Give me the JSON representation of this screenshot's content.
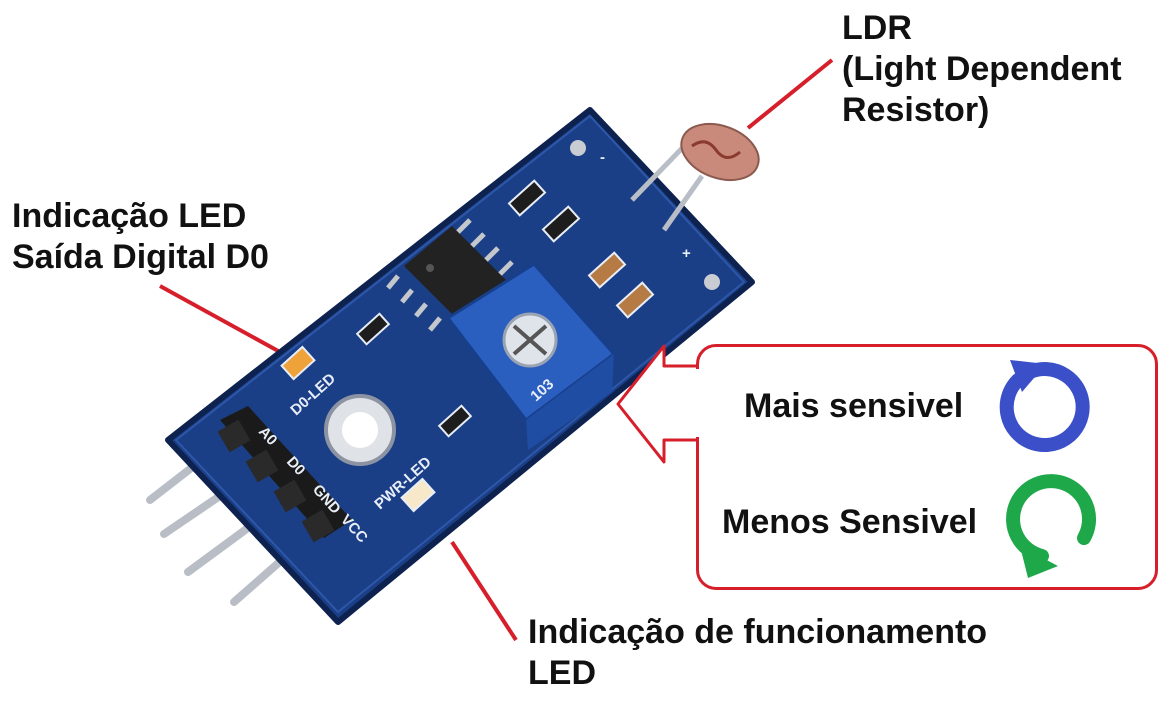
{
  "labels": {
    "ldr_line1": "LDR",
    "ldr_line2": "(Light Dependent",
    "ldr_line3": "Resistor)",
    "led_d0_line1": "Indicação LED",
    "led_d0_line2": "Saída Digital D0",
    "led_pwr_line1": "Indicação de funcionamento",
    "led_pwr_line2": "LED"
  },
  "callout": {
    "more_sensitive": "Mais sensivel",
    "less_sensitive": "Menos Sensivel"
  },
  "pcb": {
    "pin_labels": [
      "A0",
      "D0",
      "GND",
      "VCC"
    ],
    "d0_led_marking": "D0-LED",
    "pwr_led_marking": "PWR-LED",
    "pot_marking": "103",
    "minus": "-",
    "plus": "+"
  },
  "colors": {
    "pointer_line": "#d61f2a",
    "pcb_blue": "#1b3f86",
    "pot_blue": "#2a5fc0",
    "arrow_blue": "#3b4fc8",
    "arrow_green": "#1ea84a"
  },
  "icons": {
    "more": "clockwise-arrow-icon",
    "less": "counterclockwise-arrow-icon"
  }
}
